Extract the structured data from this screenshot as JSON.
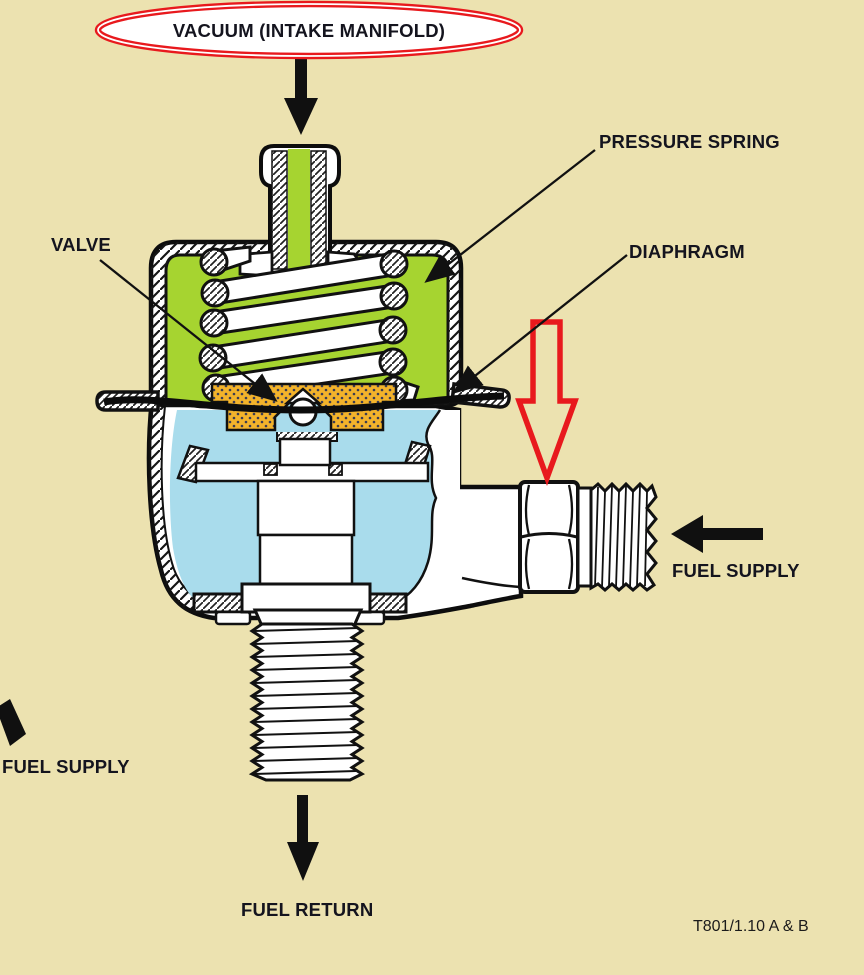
{
  "diagram": {
    "subject": "fuel-pressure-regulator-cross-section",
    "labels": {
      "vacuum_source": "VACUUM (INTAKE MANIFOLD)",
      "pressure_spring": "PRESSURE SPRING",
      "valve": "VALVE",
      "diaphragm": "DIAPHRAGM",
      "fuel_supply_right": "FUEL SUPPLY",
      "fuel_supply_left": "FUEL SUPPLY",
      "fuel_return": "FUEL RETURN",
      "figure_reference": "T801/1.10 A & B"
    },
    "colors": {
      "background": "#ece2b0",
      "spring_chamber_green": "#a6d430",
      "fuel_chamber_blue": "#a9dcec",
      "diaphragm_plate_orange": "#f3b32b",
      "highlight_red": "#e8191d",
      "outline_black": "#111111",
      "callout_fill_white": "#ffffff"
    }
  }
}
